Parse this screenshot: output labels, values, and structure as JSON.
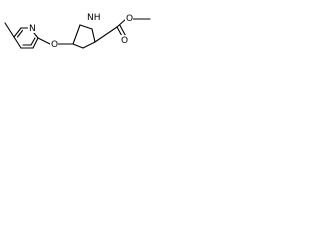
{
  "structure": {
    "atoms": {
      "pyridine_n": "N",
      "pyrrolidine_nh": "NH",
      "ether_o": "O",
      "carbonyl_o": "O",
      "ester_o": "O"
    }
  },
  "colors": {
    "bond": "#000000",
    "background": "#ffffff"
  }
}
